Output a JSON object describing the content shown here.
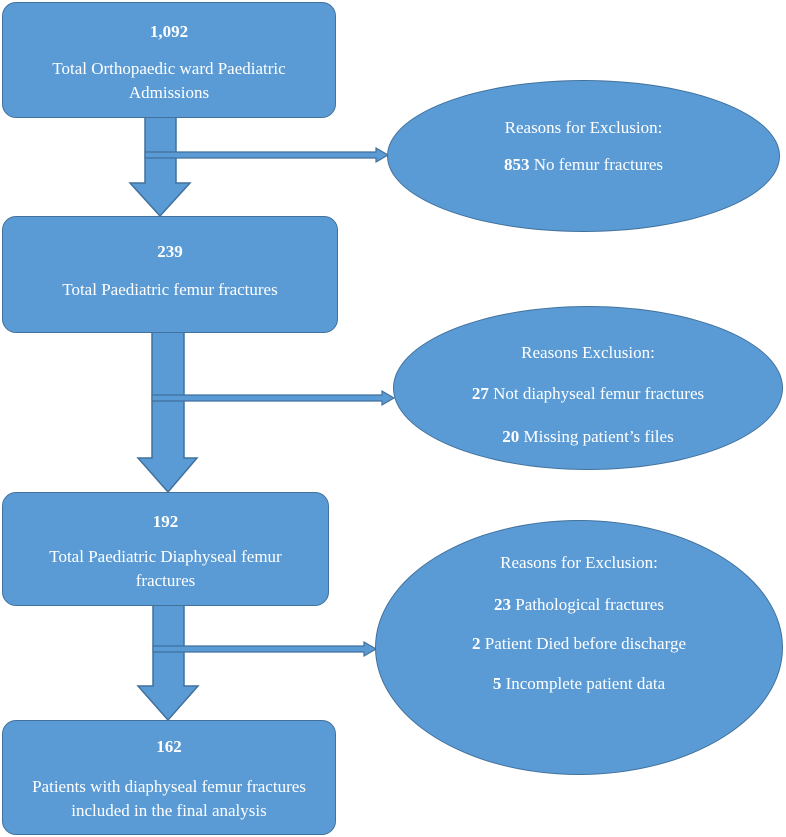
{
  "boxes": [
    {
      "count": "1,092",
      "label_1": "Total Orthopaedic ward Paediatric",
      "label_2": "Admissions"
    },
    {
      "count": "239",
      "label_1": "Total Paediatric femur fractures"
    },
    {
      "count": "192",
      "label_1": "Total Paediatric Diaphyseal femur",
      "label_2": "fractures"
    },
    {
      "count": "162",
      "label_1": "Patients with diaphyseal femur fractures",
      "label_2": "included in the final analysis"
    }
  ],
  "exclusions": [
    {
      "title": "Reasons for Exclusion:",
      "items": [
        {
          "count": "853",
          "text": " No femur fractures"
        }
      ]
    },
    {
      "title": "Reasons Exclusion:",
      "items": [
        {
          "count": "27",
          "text": " Not diaphyseal femur fractures"
        },
        {
          "count": "20",
          "text": " Missing patient’s files"
        }
      ]
    },
    {
      "title": "Reasons for Exclusion:",
      "items": [
        {
          "count": "23",
          "text": " Pathological fractures"
        },
        {
          "count": "2",
          "text": " Patient Died before discharge"
        },
        {
          "count": "5",
          "text": " Incomplete patient data"
        }
      ]
    }
  ],
  "colors": {
    "fill": "#5b9bd5",
    "stroke": "#41719c",
    "text": "#ffffff"
  }
}
